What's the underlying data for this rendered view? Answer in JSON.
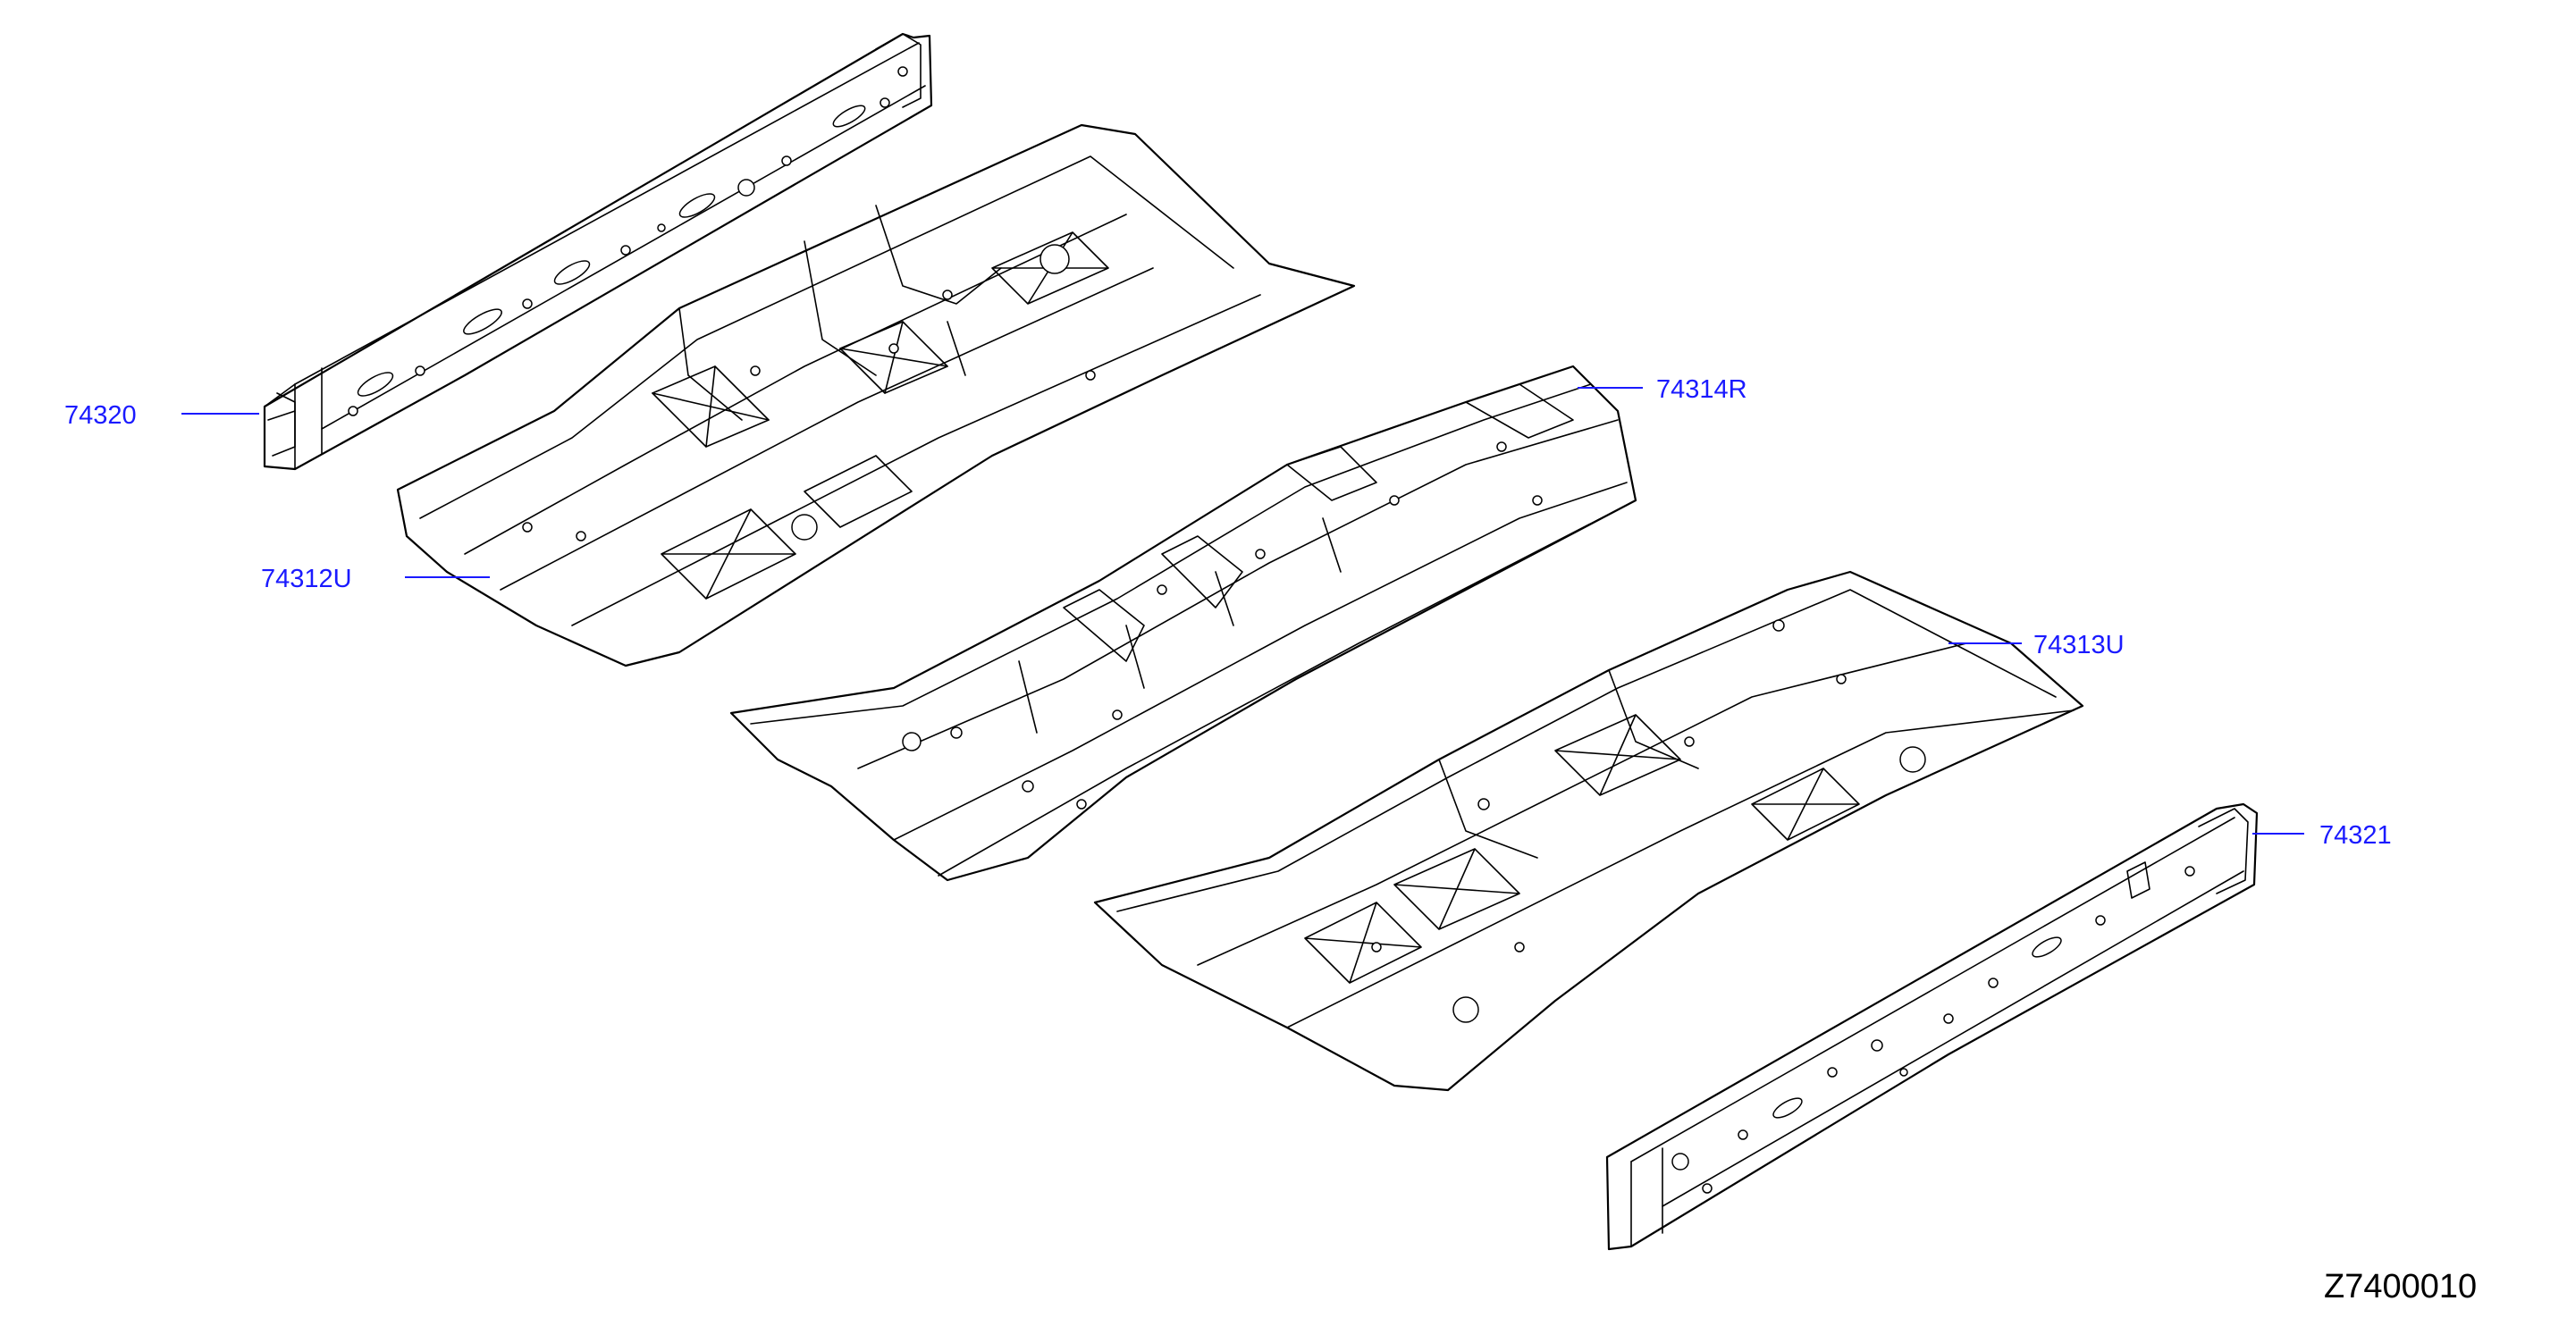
{
  "parts": [
    {
      "id": "rear-sill-left",
      "number": "74320"
    },
    {
      "id": "floor-front-left",
      "number": "74312U"
    },
    {
      "id": "tunnel-center",
      "number": "74314R"
    },
    {
      "id": "floor-front-right",
      "number": "74313U"
    },
    {
      "id": "sill-inner-right",
      "number": "74321"
    }
  ],
  "diagram_id": "Z7400010",
  "colors": {
    "callout": "#1a1aff",
    "line": "#000000",
    "background": "#ffffff"
  }
}
